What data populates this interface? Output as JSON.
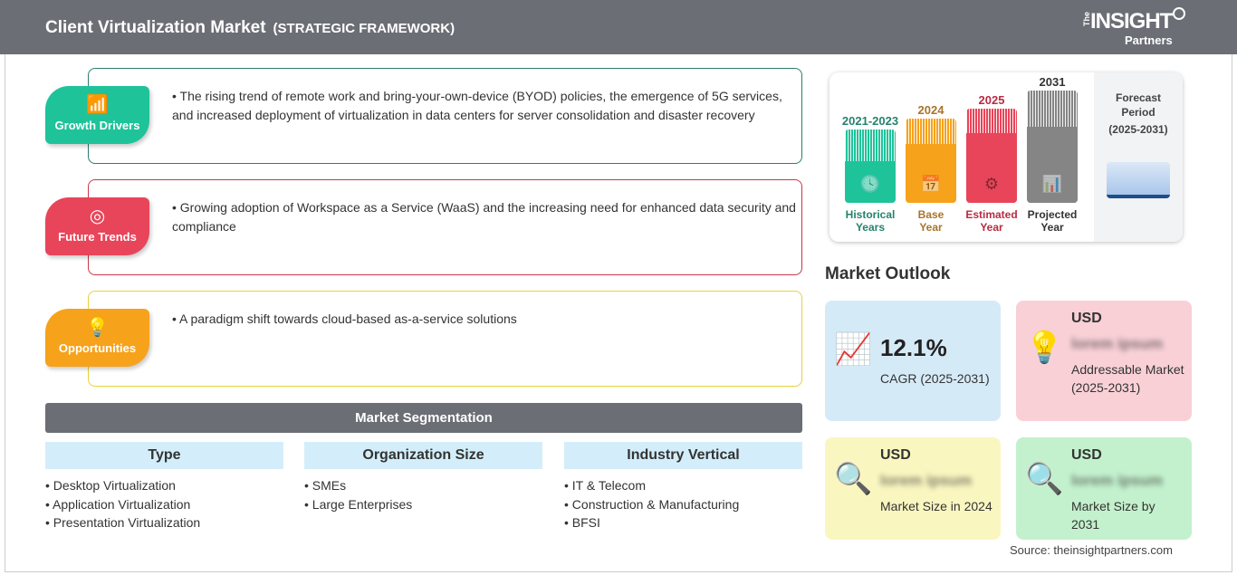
{
  "header": {
    "title": "Client Virtualization Market",
    "subtitle": "(STRATEGIC FRAMEWORK)",
    "logo": {
      "the": "The",
      "insight": "INSIGHT",
      "partners": "Partners"
    }
  },
  "framework": [
    {
      "label": "Growth Drivers",
      "icon": "growth-chart-icon",
      "color": "#1fc39a",
      "border": "#2e7d6b",
      "text": "The rising trend of remote work and bring-your-own-device (BYOD) policies, the emergence of 5G services, and increased deployment of virtualization in data centers for server consolidation and disaster recovery"
    },
    {
      "label": "Future Trends",
      "icon": "target-icon",
      "color": "#e8455a",
      "border": "#c8374c",
      "text": "Growing adoption of Workspace as a Service (WaaS) and the increasing need for enhanced data security and compliance"
    },
    {
      "label": "Opportunities",
      "icon": "lightbulb-hand-icon",
      "color": "#f7a21b",
      "border": "#e8d23a",
      "text": "A paradigm shift towards cloud-based as-a-service solutions"
    }
  ],
  "segmentation": {
    "title": "Market Segmentation",
    "columns": [
      {
        "header": "Type",
        "items": [
          "Desktop Virtualization",
          "Application Virtualization",
          "Presentation Virtualization"
        ]
      },
      {
        "header": "Organization Size",
        "items": [
          "SMEs",
          "Large Enterprises"
        ]
      },
      {
        "header": "Industry Vertical",
        "items": [
          "IT & Telecom",
          "Construction & Manufacturing",
          "BFSI"
        ]
      }
    ]
  },
  "timeline": {
    "bars": [
      {
        "year": "2021-2023",
        "label1": "Historical",
        "label2": "Years",
        "color": "#1fc39a",
        "text_color": "#23836b"
      },
      {
        "year": "2024",
        "label1": "Base",
        "label2": "Year",
        "color": "#f7a21b",
        "text_color": "#a8742a"
      },
      {
        "year": "2025",
        "label1": "Estimated",
        "label2": "Year",
        "color": "#e8455a",
        "text_color": "#b82b42"
      },
      {
        "year": "2031",
        "label1": "Projected",
        "label2": "Year",
        "color": "#858585",
        "text_color": "#333333"
      }
    ],
    "forecast_l1": "Forecast",
    "forecast_l2": "Period",
    "forecast_range": "(2025-2031)"
  },
  "outlook": {
    "title": "Market Outlook",
    "cagr": {
      "value": "12.1%",
      "label": "CAGR (2025-2031)"
    },
    "addressable": {
      "currency": "USD",
      "value": "lorem ipsum",
      "label": "Addressable Market (2025-2031)"
    },
    "size2024": {
      "currency": "USD",
      "value": "lorem ipsum",
      "label": "Market Size in 2024"
    },
    "size2031": {
      "currency": "USD",
      "value": "lorem ipsum",
      "label": "Market Size by 2031"
    }
  },
  "source": "Source: theinsightpartners.com"
}
